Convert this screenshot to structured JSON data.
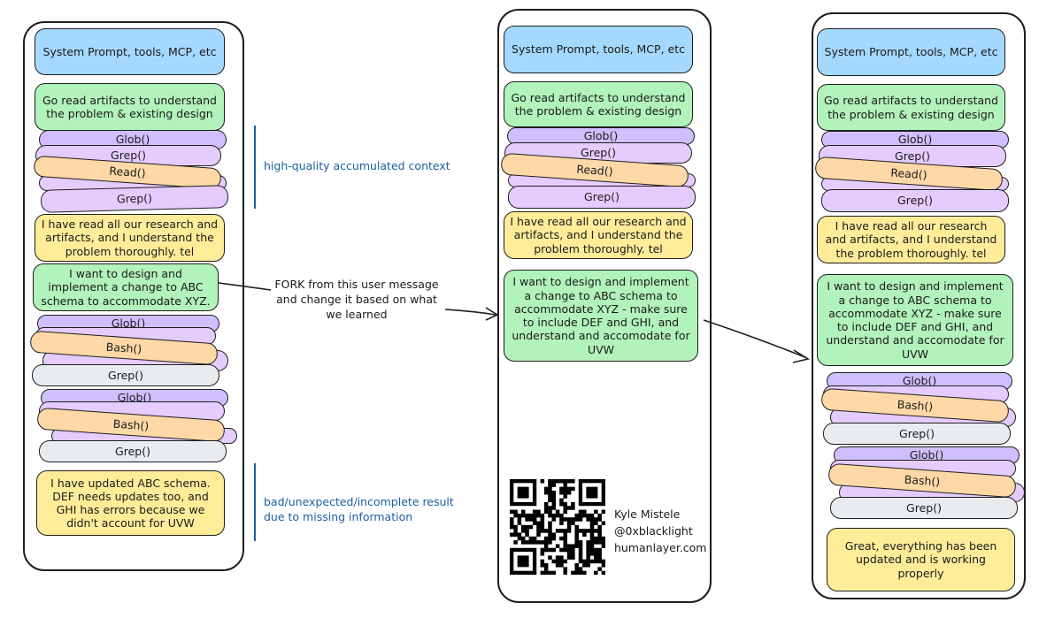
{
  "system_label": "System Prompt, tools, MCP, etc",
  "read_artifacts": "Go read artifacts to understand the problem & existing design",
  "tools": {
    "glob": "Glob()",
    "grep": "Grep()",
    "read": "Read()",
    "bash": "Bash()"
  },
  "understood": "I have read all our research and artifacts, and I understand the problem thoroughly. tel",
  "request_original": "I want to design and implement a change to ABC schema to accommodate XYZ.",
  "request_forked": "I want to design and implement a change to ABC schema to accommodate XYZ - make sure to include DEF and GHI, and understand and accomodate for UVW",
  "result_bad": "I have updated ABC schema. DEF needs updates too, and GHI has errors because we didn't account for UVW",
  "result_good": "Great, everything has been updated and is working properly",
  "notes": {
    "context": "high-quality accumulated context",
    "bad_line1": "bad/unexpected/incomplete result",
    "bad_line2": "due to missing information"
  },
  "fork": {
    "line1": "FORK from this user message",
    "line2": "and change it based on what",
    "line3": "we learned"
  },
  "signature": {
    "name": "Kyle Mistele",
    "handle": "@0xblacklight",
    "site": "humanlayer.com"
  },
  "colors": {
    "system": "#a5d8ff",
    "agent": "#b2f2bb",
    "assistant": "#ffec99",
    "tool_glob": "#d0bfff",
    "tool_grep": "#e5ccff",
    "tool_read": "#ffd8a8",
    "tool_bash": "#ffd8a8",
    "tool_grep_result": "#e9ecef",
    "annotation": "#1c5fa8"
  }
}
